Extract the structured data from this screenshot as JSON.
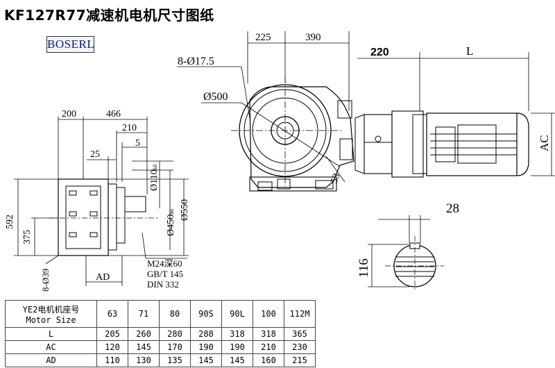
{
  "title": "KF127R77减速机电机尺寸图纸",
  "brand": "BOSERL",
  "drawing": {
    "top": {
      "d225": "225",
      "d390": "390",
      "d220": "220",
      "L": "L",
      "holes": "8-Ø17.5",
      "flange": "Ø500",
      "AC": "AC",
      "d53": "53"
    },
    "shaft": {
      "d28": "28",
      "d116": "116"
    },
    "side": {
      "d200": "200",
      "d466": "466",
      "d210": "210",
      "d5": "5",
      "d25": "25",
      "d110": "Ø110",
      "d110tol": "k6",
      "d450": "Ø450",
      "d450tol": "h6",
      "d550": "Ø550",
      "d592": "592",
      "d375": "375",
      "holes39": "8-Ø39",
      "AD": "AD",
      "thread": "M24深60",
      "std1": "GB/T 145",
      "std2": "DIN 332"
    }
  },
  "table": {
    "header_cn": "YE2电机机座号",
    "header_en": "Motor Size",
    "sizes": [
      "63",
      "71",
      "80",
      "90S",
      "90L",
      "100",
      "112M"
    ],
    "rows": [
      {
        "label": "L",
        "values": [
          "205",
          "260",
          "280",
          "288",
          "318",
          "318",
          "365"
        ]
      },
      {
        "label": "AC",
        "values": [
          "120",
          "145",
          "170",
          "190",
          "190",
          "210",
          "230"
        ]
      },
      {
        "label": "AD",
        "values": [
          "110",
          "130",
          "135",
          "145",
          "145",
          "160",
          "215"
        ]
      }
    ]
  }
}
